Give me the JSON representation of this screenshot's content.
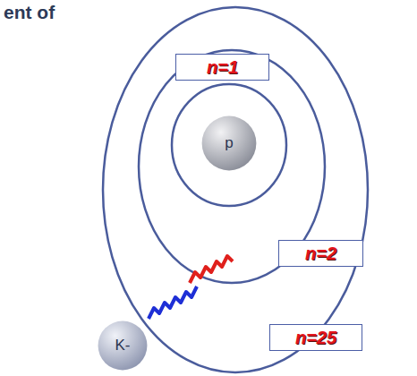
{
  "diagram": {
    "nodes": [
      {
        "text": [
          "n=1"
        ]
      },
      {
        "text": [
          "p"
        ]
      },
      {
        "text": [
          "n=2"
        ]
      },
      {
        "text": [
          "K-"
        ]
      },
      {
        "text": [
          "n=25"
        ]
      }
    ],
    "labels": [
      "ent of"
    ]
  }
}
